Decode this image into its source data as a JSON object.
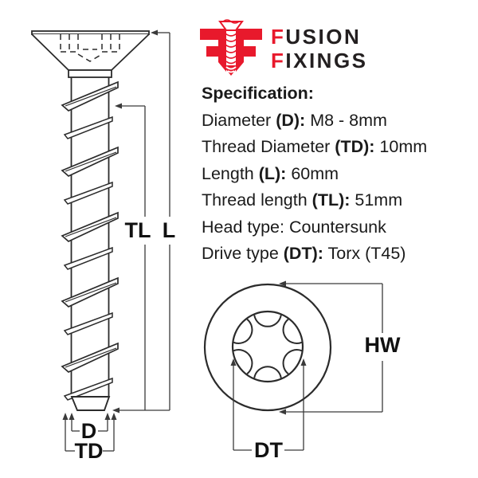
{
  "logo": {
    "word1_first": "F",
    "word1_rest": "USION",
    "word2_first": "F",
    "word2_rest": "IXINGS",
    "icon": "ff-screw-logo-icon",
    "brand_red": "#e8192c",
    "brand_dark": "#231f20"
  },
  "specification": {
    "heading": "Specification:",
    "rows": [
      {
        "pre": "Diameter ",
        "bold": "(D):",
        "post": " M8 - 8mm"
      },
      {
        "pre": "Thread Diameter ",
        "bold": "(TD):",
        "post": " 10mm"
      },
      {
        "pre": "Length ",
        "bold": "(L):",
        "post": " 60mm"
      },
      {
        "pre": "Thread length ",
        "bold": "(TL):",
        "post": " 51mm"
      },
      {
        "pre": "Head type: Countersunk",
        "bold": "",
        "post": ""
      },
      {
        "pre": "Drive type ",
        "bold": "(DT):",
        "post": " Torx (T45)"
      }
    ]
  },
  "diagram": {
    "labels": {
      "thread_length": "TL",
      "length": "L",
      "diameter": "D",
      "thread_diameter": "TD",
      "head_width": "HW",
      "drive_type": "DT"
    },
    "line_color": "#2b2b2b",
    "dim_color": "#3a3a3a"
  }
}
